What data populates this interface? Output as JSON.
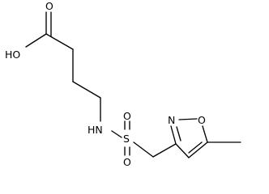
{
  "structure": {
    "atoms": {
      "hydroxyl": "HO",
      "carbonyl_oxygen": "O",
      "amine": "HN",
      "sulfur": "S",
      "sulfonyl_oxygen_top": "O",
      "sulfonyl_oxygen_bottom": "O",
      "ring_nitrogen": "N",
      "ring_oxygen": "O"
    },
    "colors": {
      "ink": "#000000",
      "background": "#ffffff"
    }
  }
}
